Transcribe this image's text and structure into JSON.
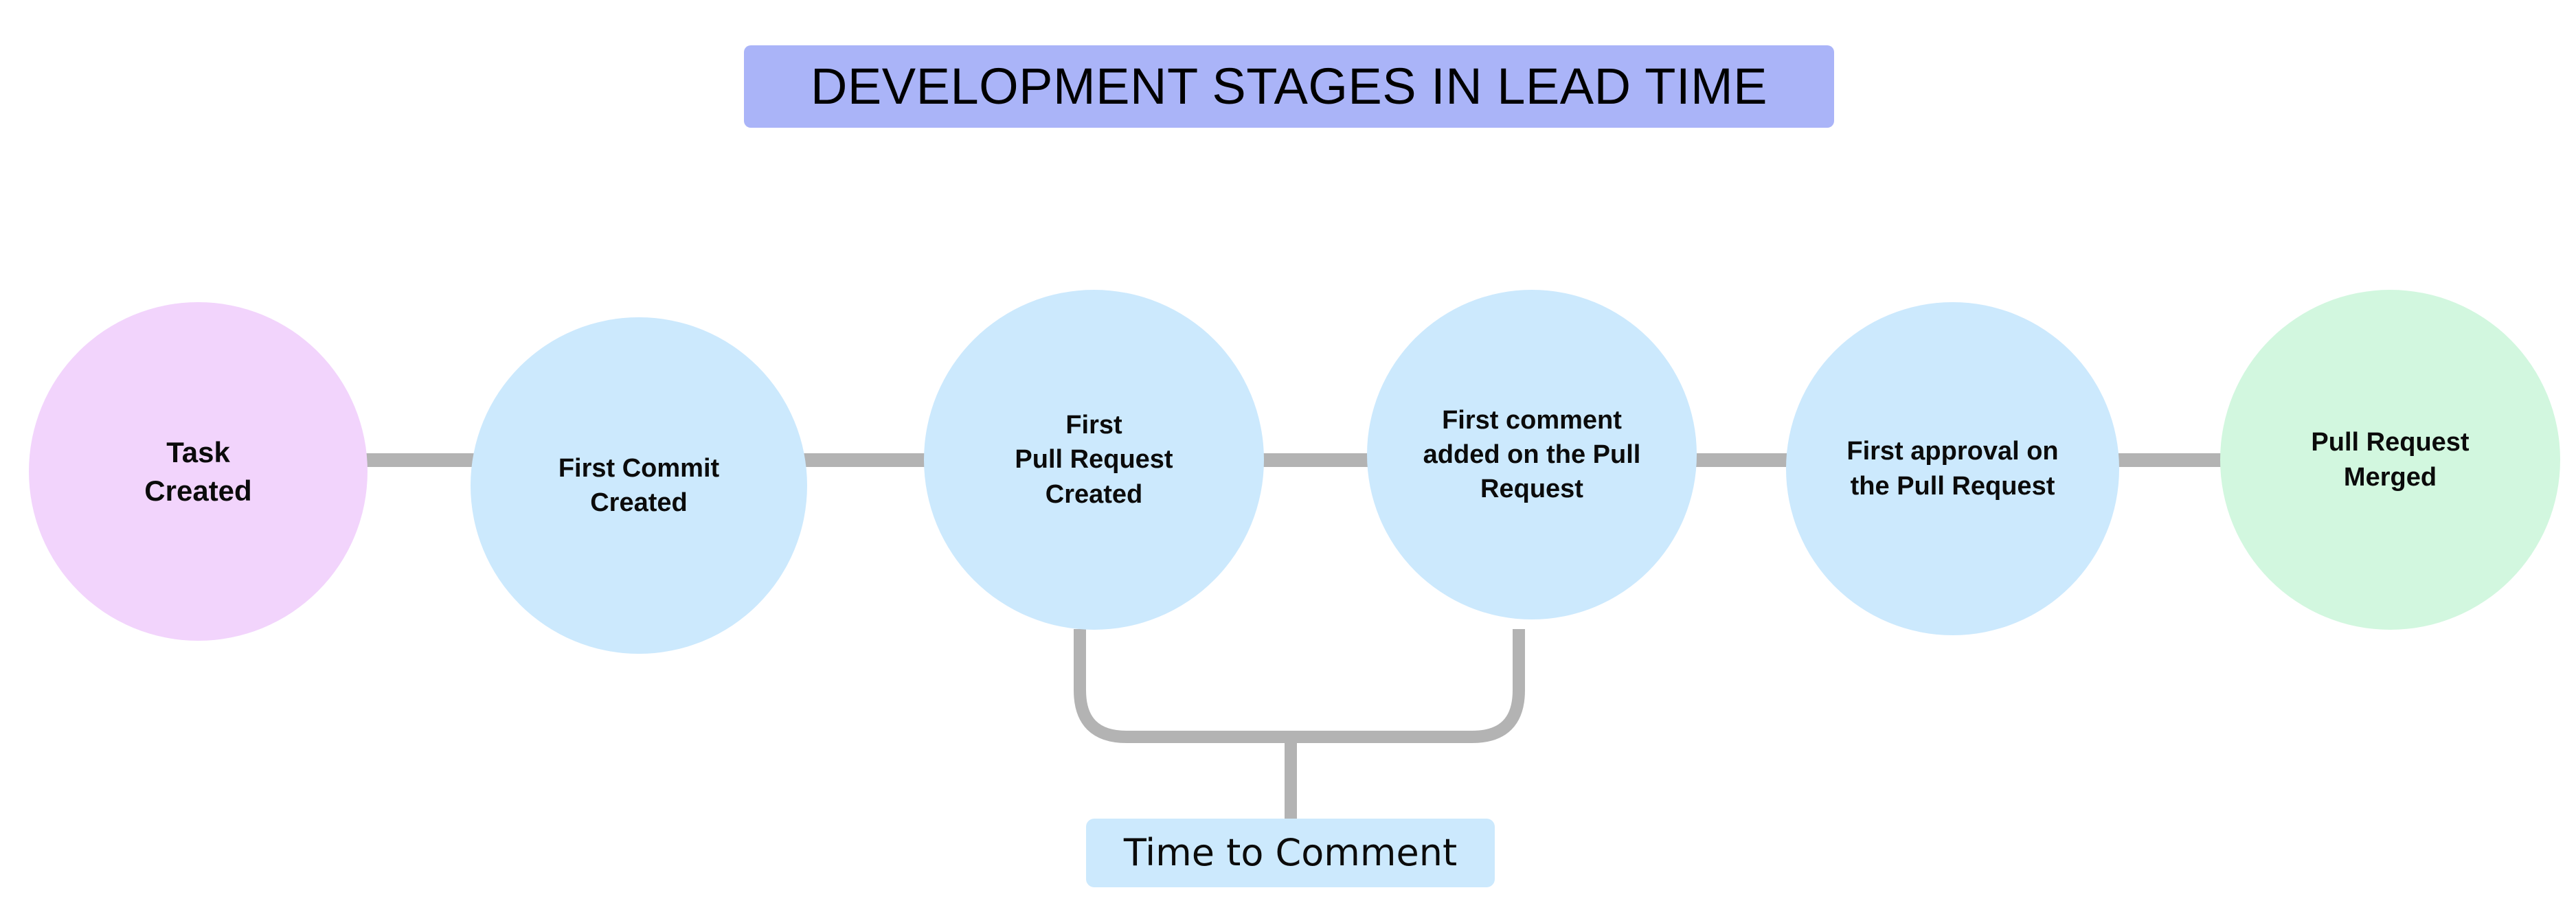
{
  "diagram": {
    "title": "DEVELOPMENT STAGES IN LEAD TIME",
    "title_background": "#aab4f8",
    "canvas_background": "#ffffff",
    "connector_color": "#b3b3b3",
    "type": "horizontal-flow-timeline",
    "stages": [
      {
        "id": "task-created",
        "label": "Task\nCreated",
        "color": "#f2d4fc",
        "role": "start"
      },
      {
        "id": "first-commit-created",
        "label": "First Commit\nCreated",
        "color": "#cce9fd",
        "role": "step"
      },
      {
        "id": "first-pull-request-created",
        "label": "First\nPull Request\nCreated",
        "color": "#cce9fd",
        "role": "step"
      },
      {
        "id": "first-comment-added",
        "label": "First comment\nadded on the Pull\nRequest",
        "color": "#cce9fd",
        "role": "step"
      },
      {
        "id": "first-approval",
        "label": "First approval on\nthe Pull Request",
        "color": "#cce9fd",
        "role": "step"
      },
      {
        "id": "pull-request-merged",
        "label": "Pull Request\nMerged",
        "color": "#d2f7df",
        "role": "end"
      }
    ],
    "annotations": [
      {
        "id": "time-to-comment",
        "label": "Time to Comment",
        "color": "#cce9fd",
        "spans_from": "first-pull-request-created",
        "spans_to": "first-comment-added"
      }
    ]
  }
}
